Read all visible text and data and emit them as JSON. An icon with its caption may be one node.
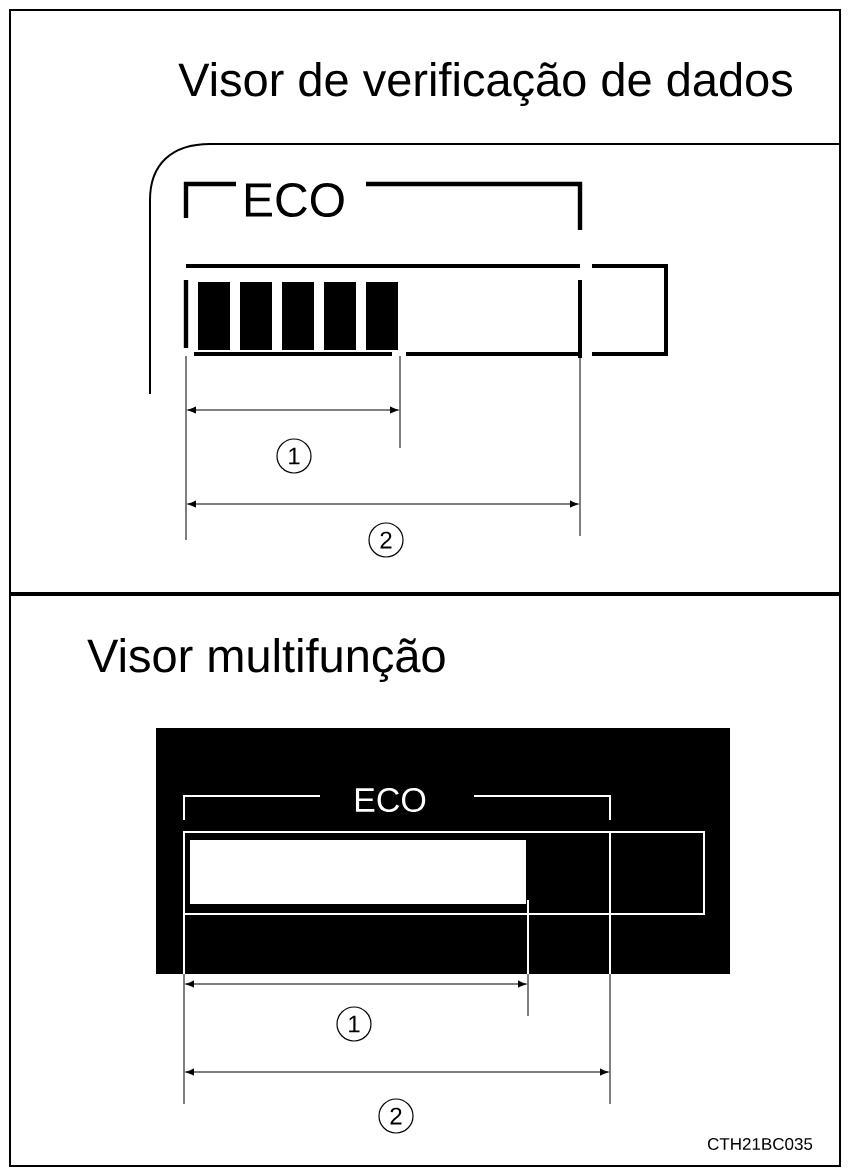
{
  "diagram": {
    "labels": [
      "Visor de verificação de dados",
      "ECO",
      "1",
      "2",
      "Visor multifunção",
      "ECO",
      "1",
      "2",
      "CTH21BC035"
    ]
  }
}
